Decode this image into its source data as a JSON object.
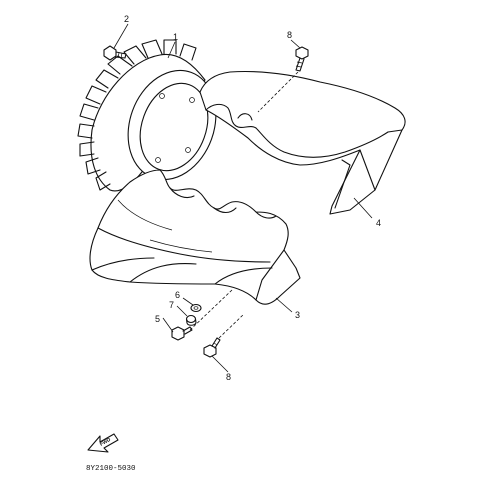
{
  "callouts": {
    "c1": "1",
    "c2": "2",
    "c3": "3",
    "c4": "4",
    "c5": "5",
    "c6": "6",
    "c7": "7",
    "c8a": "8",
    "c8b": "8"
  },
  "fwd_label": "FWD",
  "part_code": "8Y2100-5030"
}
